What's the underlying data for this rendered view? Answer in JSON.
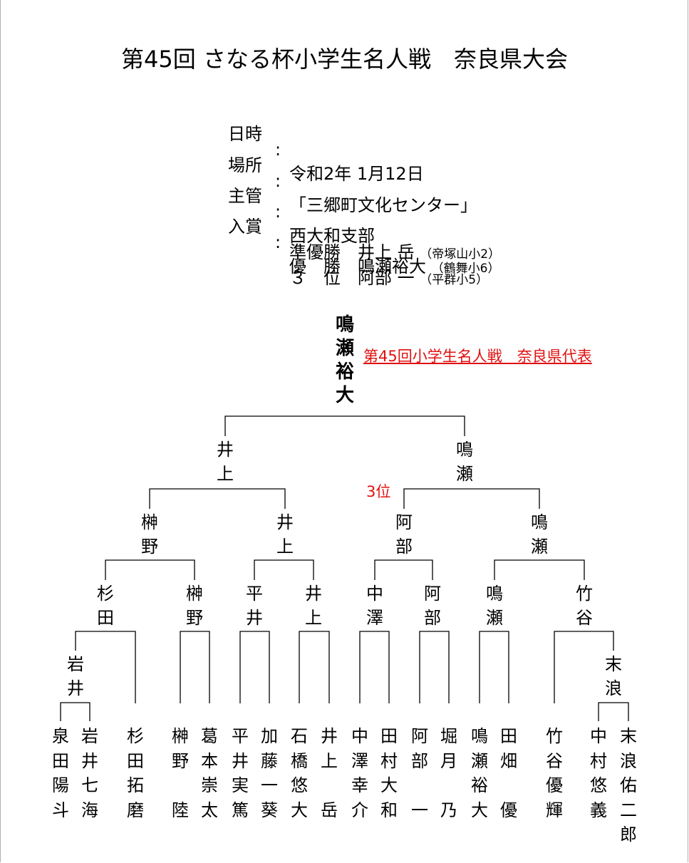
{
  "title": "第45回 さなる杯小学生名人戦　奈良県大会",
  "info": {
    "date_label": "日時",
    "date": "令和2年 1月12日",
    "venue_label": "場所",
    "venue": "「三郷町文化センター」",
    "host_label": "主管",
    "host": "西大和支部",
    "award_label": "入賞",
    "colon": ":",
    "awards": [
      {
        "rank": "優　勝",
        "name": "鳴瀬裕大",
        "school": "（鶴舞小6）"
      },
      {
        "rank": "準優勝",
        "name": "井上 岳",
        "school": "（帝塚山小2）"
      },
      {
        "rank": "３　位",
        "name": "阿部 一",
        "school": "（平群小5）"
      }
    ]
  },
  "bracket": {
    "champion": "鳴瀬裕大",
    "representative": "第45回小学生名人戦　奈良県代表",
    "third_place_label": "3位",
    "final": [
      "井上",
      "鳴瀬"
    ],
    "semifinal": [
      "榊野",
      "井上",
      "阿部",
      "鳴瀬"
    ],
    "quarterfinal": [
      "杉田",
      "榊野",
      "平井",
      "井上",
      "中澤",
      "阿部",
      "鳴瀬",
      "竹谷"
    ],
    "round1": [
      "岩井",
      "末浪"
    ],
    "players": [
      "泉田陽斗",
      "岩井七海",
      "杉田拓磨",
      "榊野陸",
      "葛本崇太",
      "平井実篤",
      "加藤一葵",
      "石橋悠大",
      "井上岳",
      "中澤幸介",
      "田村大和",
      "阿部一",
      "堀月乃",
      "鳴瀬裕大",
      "田畑優",
      "竹谷優輝",
      "中村悠義",
      "末浪佑二郎"
    ]
  }
}
